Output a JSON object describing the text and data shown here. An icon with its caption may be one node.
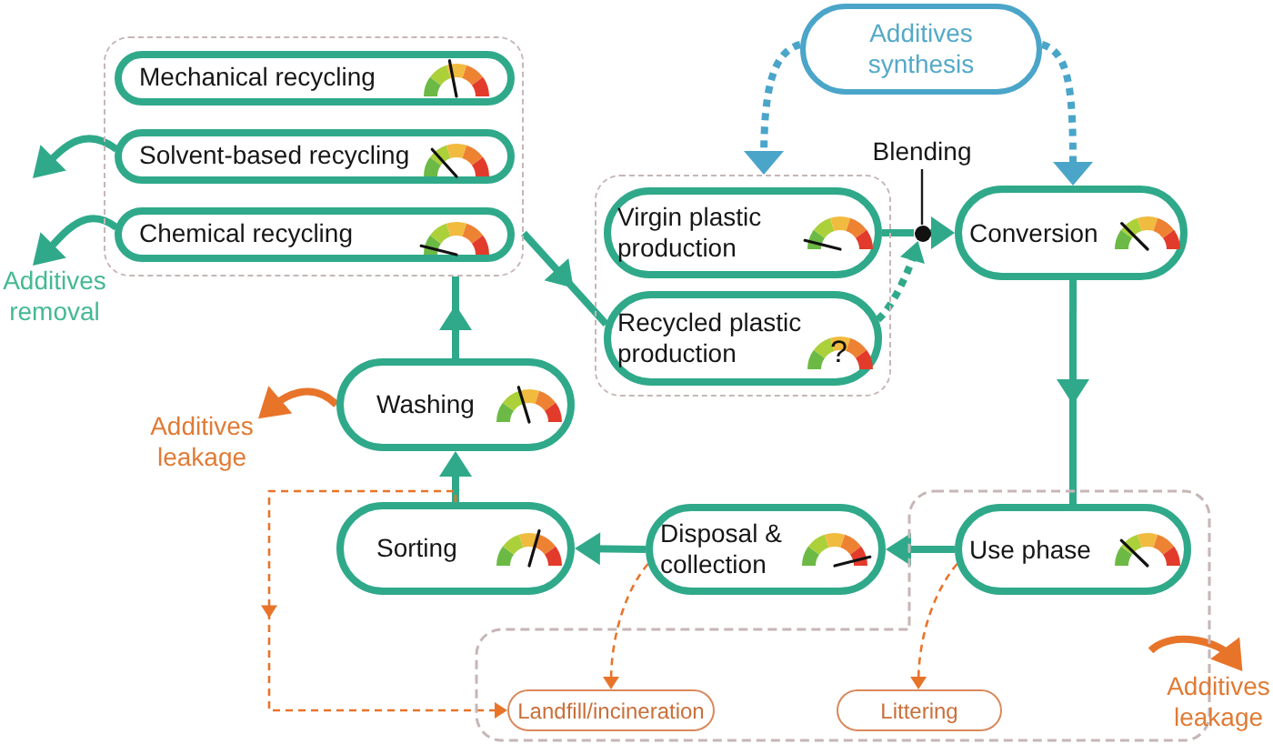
{
  "diagram": {
    "nodes": [
      {
        "text": [
          "Additives synthesis"
        ]
      },
      {
        "text": [],
        "shape": "box"
      },
      {
        "text": [
          "Mechanical recycling"
        ],
        "in": 1
      },
      {
        "text": [
          "Solvent-based recycling"
        ],
        "in": 1
      },
      {
        "text": [
          "Chemical recycling"
        ],
        "in": 1
      },
      {
        "text": [
          "Additives removal"
        ]
      },
      {
        "text": [
          "Blending"
        ]
      },
      {
        "text": [],
        "shape": "box"
      },
      {
        "text": [
          "Virgin plastic production"
        ],
        "in": 7
      },
      {
        "text": [],
        "shape": "circle"
      },
      {
        "text": [
          "Conversion"
        ]
      },
      {
        "text": [
          "Recycled plastic production",
          "?"
        ],
        "in": 7
      },
      {
        "text": [
          "Additives leakage"
        ]
      },
      {
        "text": [
          "Washing"
        ]
      },
      {
        "text": [
          "Sorting"
        ]
      },
      {
        "text": [
          "Disposal & collection"
        ]
      },
      {
        "text": [],
        "shape": "box"
      },
      {
        "text": [
          "Use phase"
        ],
        "in": 16
      },
      {
        "text": [
          "Landfill/incineration"
        ],
        "in": 16
      },
      {
        "text": [
          "Littering"
        ],
        "in": 16
      },
      {
        "text": [
          "Additives leakage"
        ]
      }
    ],
    "edges": [
      {
        "from": 0,
        "to": 7,
        "arrow": "to",
        "style": "dashed",
        "color": "#4aa5c9"
      },
      {
        "from": 0,
        "to": 10,
        "arrow": "to",
        "style": "dashed",
        "color": "#4aa5c9"
      },
      {
        "from": 1,
        "to": 11,
        "arrow": "to"
      },
      {
        "from": 3,
        "to": null,
        "arrow": "to"
      },
      {
        "from": 4,
        "to": 5,
        "arrow": "to"
      },
      {
        "from": 6,
        "to": 9,
        "arrow": "none",
        "color": "#1a1a1a"
      },
      {
        "from": 8,
        "to": 9,
        "arrow": "none"
      },
      {
        "from": 9,
        "to": 10,
        "arrow": "to"
      },
      {
        "from": 11,
        "to": 9,
        "arrow": "to",
        "style": "dashed"
      },
      {
        "from": 10,
        "to": 17,
        "arrow": "to"
      },
      {
        "from": 17,
        "to": 15,
        "arrow": "to"
      },
      {
        "from": 15,
        "to": 14,
        "arrow": "to"
      },
      {
        "from": 14,
        "to": 13,
        "arrow": "to"
      },
      {
        "from": 13,
        "to": 1,
        "arrow": "to"
      },
      {
        "from": 13,
        "to": 12,
        "arrow": "to",
        "color": "#e8742a"
      },
      {
        "from": 14,
        "to": 18,
        "arrow": "to",
        "style": "dashed",
        "color": "#e8742a"
      },
      {
        "from": 15,
        "to": 18,
        "arrow": "to",
        "style": "dashed",
        "color": "#e8742a"
      },
      {
        "from": 17,
        "to": 19,
        "arrow": "to",
        "style": "dashed",
        "color": "#e8742a"
      },
      {
        "from": null,
        "to": 20,
        "arrow": "to",
        "color": "#e8742a"
      }
    ]
  }
}
